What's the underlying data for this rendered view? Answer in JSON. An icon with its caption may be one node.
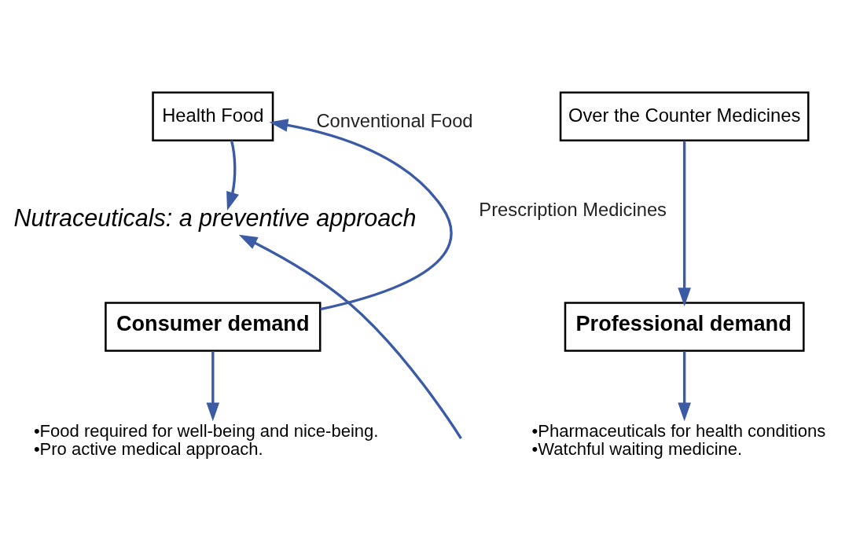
{
  "diagram": {
    "nodes": [
      {
        "text": [
          "Health Food"
        ]
      },
      {
        "text": [
          "Over the Counter Medicines"
        ]
      },
      {
        "text": [
          "Nutraceuticals: a preventive approach"
        ]
      },
      {
        "text": [
          "Consumer demand"
        ]
      },
      {
        "text": [
          "Professional demand"
        ]
      },
      {
        "text": [
          "•Food required for well-being and nice-being.",
          "•Pro active medical approach."
        ]
      },
      {
        "text": [
          "•Pharmaceuticals for health conditions",
          "•Watchful waiting medicine."
        ]
      }
    ],
    "edges": [
      {
        "from": 3,
        "to": 0,
        "arrow": "to",
        "label": "Conventional Food"
      },
      {
        "from": 0,
        "to": 2,
        "arrow": "to"
      },
      {
        "from": 1,
        "to": 4,
        "arrow": "to",
        "label": "Prescription Medicines"
      },
      {
        "from": 3,
        "to": 5,
        "arrow": "to"
      },
      {
        "from": 4,
        "to": 6,
        "arrow": "to"
      },
      {
        "from": null,
        "to": 2,
        "arrow": "to"
      }
    ]
  }
}
